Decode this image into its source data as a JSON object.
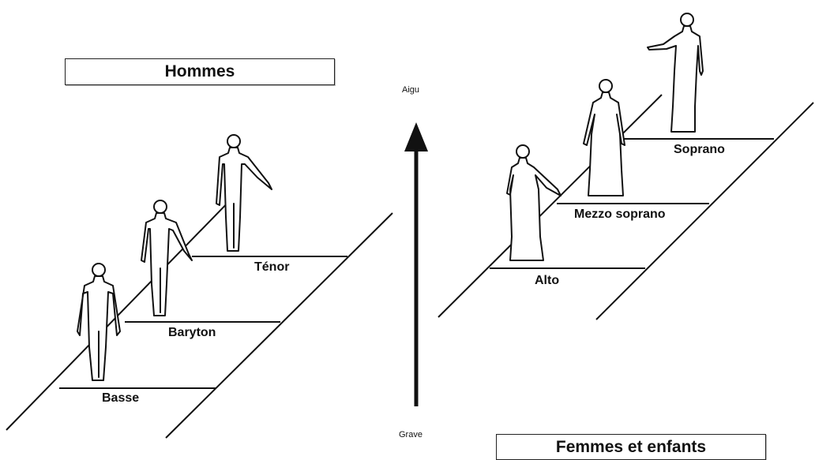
{
  "groups": {
    "men": {
      "title": "Hommes",
      "voices": [
        "Basse",
        "Baryton",
        "Ténor"
      ]
    },
    "women": {
      "title": "Femmes et enfants",
      "voices": [
        "Alto",
        "Mezzo soprano",
        "Soprano"
      ]
    }
  },
  "pitch_axis": {
    "top_label": "Aigu",
    "bottom_label": "Grave"
  },
  "icons": [
    "arrow-up-icon",
    "man-figure-icon",
    "woman-figure-icon"
  ],
  "colors": {
    "ink": "#111111",
    "background": "#ffffff"
  }
}
